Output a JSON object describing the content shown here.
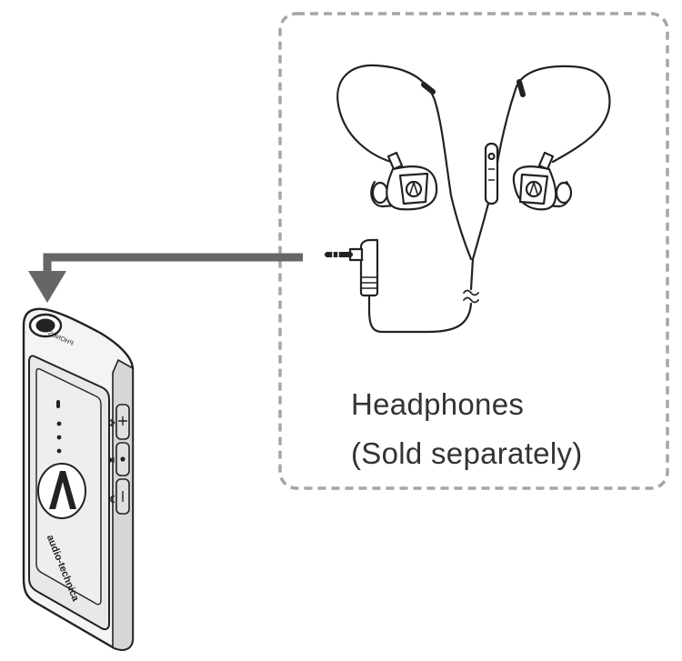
{
  "headphones_caption": {
    "line1": "Headphones",
    "line2": "(Sold separately)"
  },
  "device": {
    "brand": "audio-technica",
    "port_label": "PHONES"
  },
  "colors": {
    "arrow": "#666666",
    "dashed_border": "#a6a6a6",
    "line_art": "#222222",
    "device_face": "#ececec",
    "caption_text": "#333333"
  },
  "icons": {
    "connection_arrow": "arrow-down-left",
    "earphone_logo": "audio-technica-triangle-logo",
    "cable_break": "wavy-break-symbol"
  }
}
